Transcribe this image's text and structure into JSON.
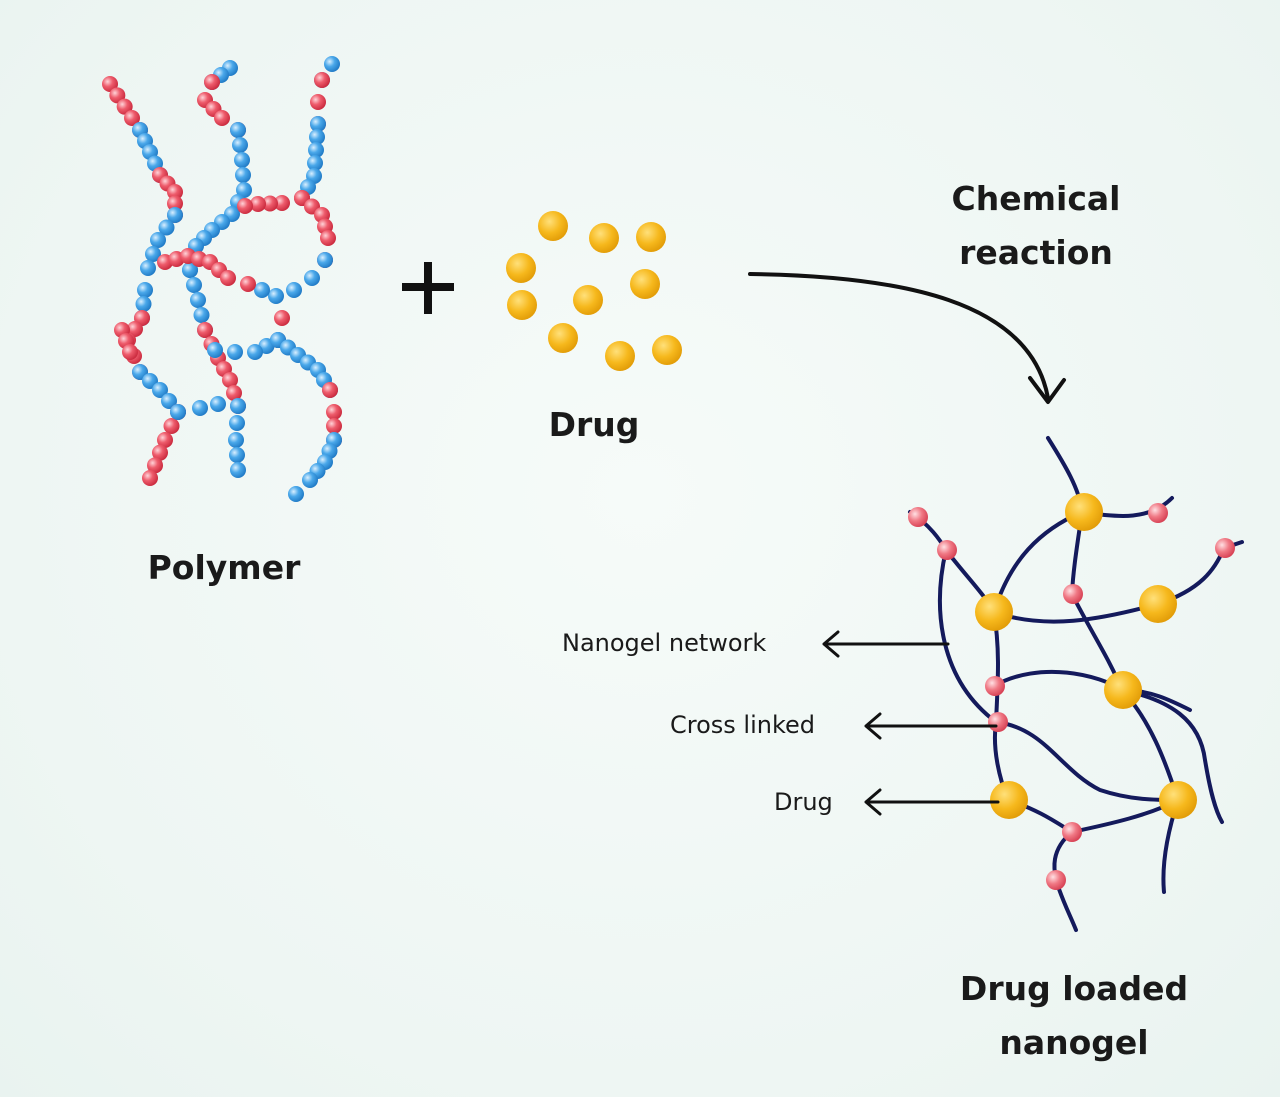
{
  "labels": {
    "polymer": "Polymer",
    "plus": "+",
    "drug": "Drug",
    "reaction_line1": "Chemical",
    "reaction_line2": "reaction",
    "product_line1": "Drug loaded",
    "product_line2": "nanogel"
  },
  "annotations": {
    "network": "Nanogel network",
    "cross_linked": "Cross linked",
    "drug": "Drug"
  },
  "colors": {
    "polymer_red": "#e2475a",
    "polymer_blue": "#3f9de2",
    "drug_gold": "#f4b41a",
    "network_line": "#141a5c",
    "text": "#1a1a1a"
  }
}
